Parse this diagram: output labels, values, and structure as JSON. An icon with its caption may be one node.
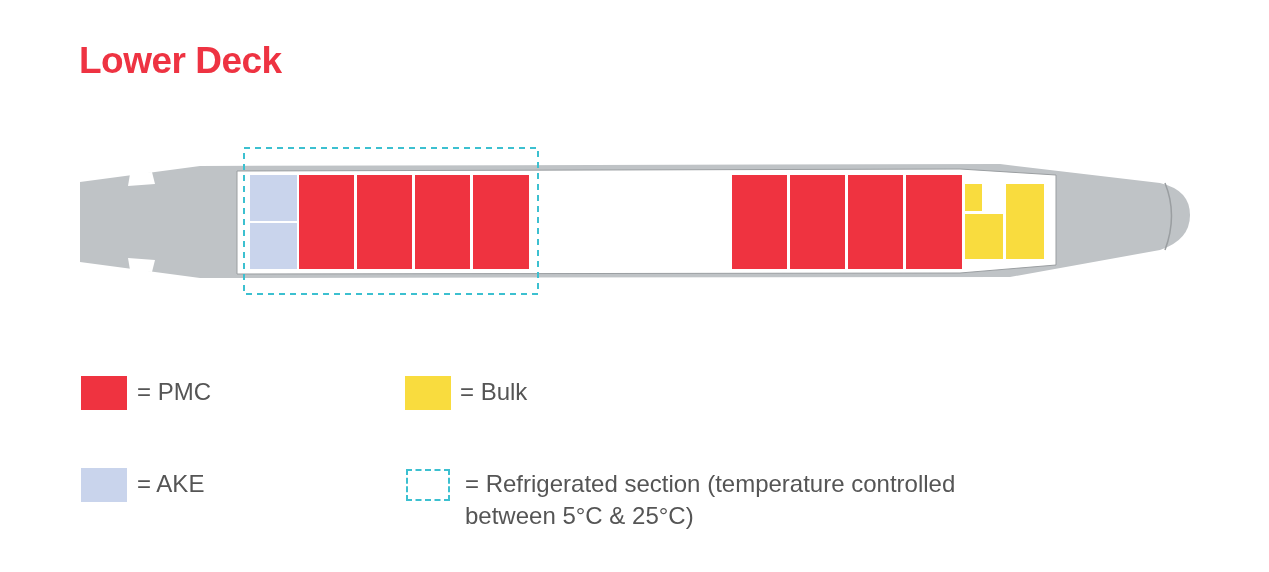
{
  "diagram": {
    "title": "Lower Deck",
    "legend": [
      {
        "text": "= PMC",
        "color": "#ef3340"
      },
      {
        "text": "= Bulk",
        "color": "#f9dc3e"
      },
      {
        "text": "= AKE",
        "color": "#c9d4ec"
      },
      {
        "text": "= Refrigerated section (temperature controlled between 5°C & 25°C)"
      }
    ]
  }
}
